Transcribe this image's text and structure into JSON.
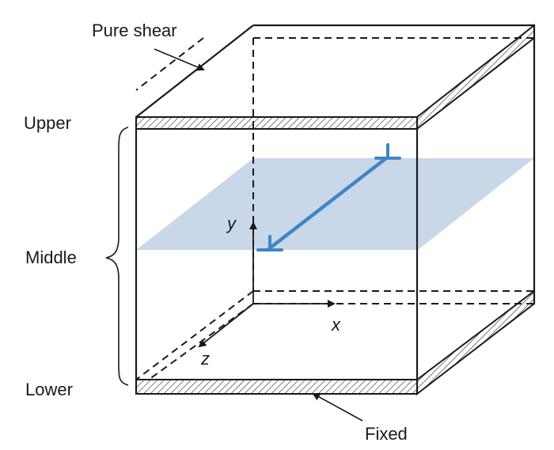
{
  "labels": {
    "pure_shear": "Pure shear",
    "upper": "Upper",
    "middle": "Middle",
    "lower": "Lower",
    "fixed": "Fixed"
  },
  "axes": {
    "x": "x",
    "y": "y",
    "z": "z"
  },
  "colors": {
    "line": "#1a1a1a",
    "glide_plane": "#c6d6e8",
    "dislocation": "#3f86c6",
    "hatch": "#444444"
  },
  "icons": {
    "dislocation_symbol": "perpendicular-t-icon",
    "bracket": "curly-brace-icon"
  }
}
